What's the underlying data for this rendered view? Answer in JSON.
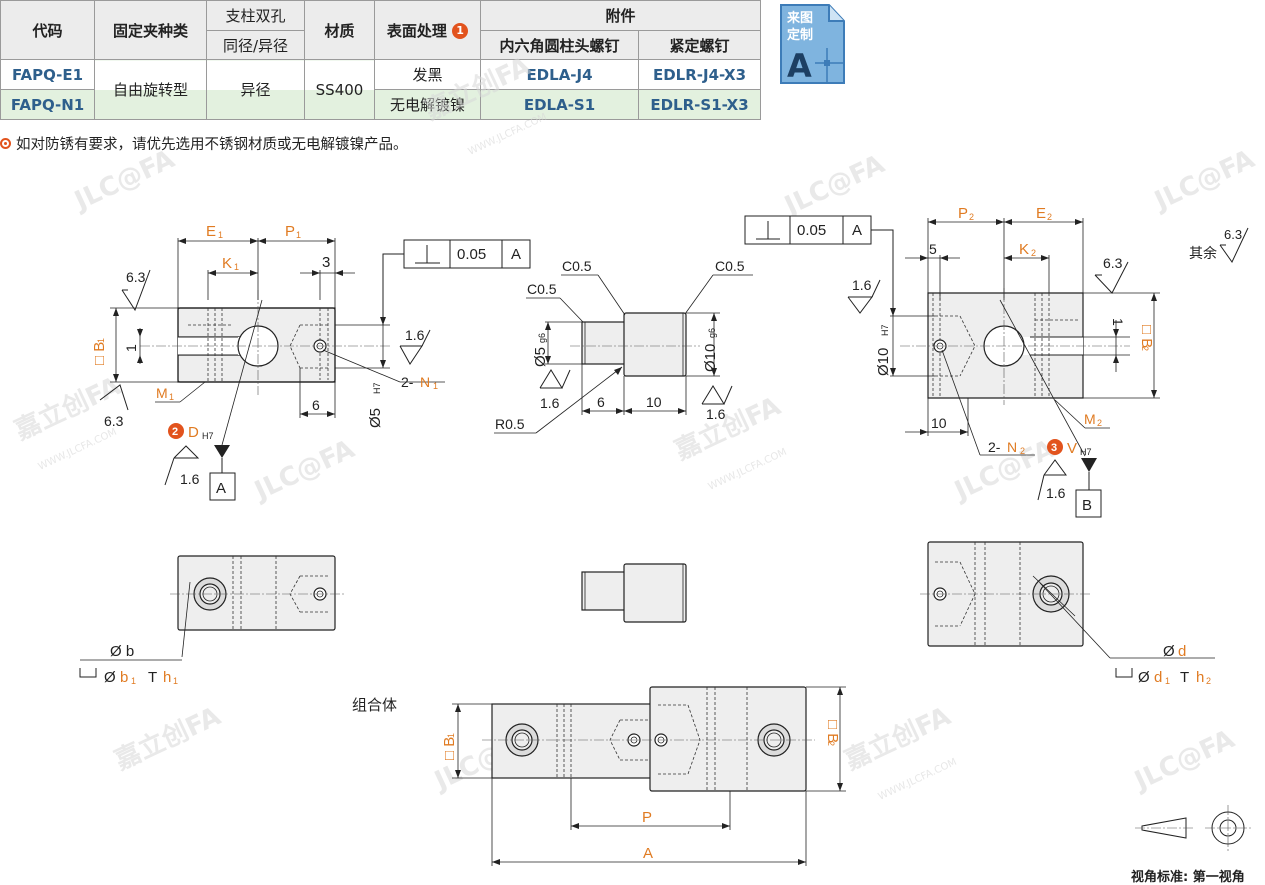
{
  "table": {
    "headers": {
      "code": "代码",
      "clamp_type": "固定夹种类",
      "bore_line1": "支柱双孔",
      "bore_line2": "同径/异径",
      "material": "材质",
      "surface": "表面处理",
      "surface_badge": "1",
      "accessories": "附件",
      "hex_screw": "内六角圆柱头螺钉",
      "set_screw": "紧定螺钉"
    },
    "rows": [
      {
        "code": "FAPQ-E1",
        "surface": "发黑",
        "hex_screw": "EDLA-J4",
        "set_screw": "EDLR-J4-X3"
      },
      {
        "code": "FAPQ-N1",
        "surface": "无电解镀镍",
        "hex_screw": "EDLA-S1",
        "set_screw": "EDLR-S1-X3"
      }
    ],
    "shared": {
      "clamp_type": "自由旋转型",
      "bore": "异径",
      "material": "SS400"
    }
  },
  "note": "如对防锈有要求，请优先选用不锈钢材质或无电解镀镍产品。",
  "custom_badge": {
    "line1": "来图",
    "line2": "定制",
    "letter": "A"
  },
  "colors": {
    "accent_blue": "#2e5f8c",
    "highlight_green": "#e3f1df",
    "orange": "#e07b22",
    "badge_red": "#e2531d"
  },
  "drawing": {
    "left_view": {
      "E1": "E",
      "E1_sub": "1",
      "P1": "P",
      "P1_sub": "1",
      "K1": "K",
      "K1_sub": "1",
      "dim_3": "3",
      "rough_63_top": "6.3",
      "rough_63_bot": "6.3",
      "B1": "□ B",
      "B1_sub": "1",
      "dim_1": "1",
      "M1": "M",
      "M1_sub": "1",
      "tol_symbol": "⊥",
      "tol_value": "0.05",
      "datum_a": "A",
      "rough_16": "1.6",
      "N1_prefix": "2-",
      "N1": "N",
      "N1_sub": "1",
      "dim_6": "6",
      "phi5": "Ø5",
      "phi5_tol": "H7",
      "badge2": "2",
      "D": "D",
      "D_tol": "H7",
      "rough_16b": "1.6",
      "datum_box": "A"
    },
    "middle_view": {
      "c05_left": "C0.5",
      "c05_top": "C0.5",
      "c05_right": "C0.5",
      "phi5": "Ø5",
      "phi5_tol": "g6",
      "phi10": "Ø10",
      "phi10_tol": "g6",
      "rough_16_left": "1.6",
      "dim_6": "6",
      "dim_10": "10",
      "rough_16_right": "1.6",
      "r05": "R0.5"
    },
    "right_view": {
      "tol_symbol": "⊥",
      "tol_value": "0.05",
      "datum_a": "A",
      "P2": "P",
      "P2_sub": "2",
      "E2": "E",
      "E2_sub": "2",
      "dim_5": "5",
      "K2": "K",
      "K2_sub": "2",
      "rough_63": "6.3",
      "rough_16": "1.6",
      "phi10": "Ø10",
      "phi10_tol": "H7",
      "dim_1": "1",
      "B2": "□ B",
      "B2_sub": "2",
      "M2": "M",
      "M2_sub": "2",
      "dim_10": "10",
      "N2_prefix": "2-",
      "N2": "N",
      "N2_sub": "2",
      "badge3": "3",
      "V": "V",
      "V_tol": "H7",
      "rough_16b": "1.6",
      "datum_box": "B"
    },
    "other_rough": {
      "label": "其余",
      "value": "6.3"
    },
    "bottom_left": {
      "phi_b": "Ø b",
      "cb_prefix": "⌴ Ø b",
      "cb_sub": "1",
      "depth": "↧h",
      "depth_sub": "1"
    },
    "bottom_right": {
      "phi_d": "Ø d",
      "cb_prefix": "⌴ Ø d",
      "cb_sub": "1",
      "depth": "↧h",
      "depth_sub": "2"
    },
    "assembly": {
      "label": "组合体",
      "B1": "□ B",
      "B1_sub": "1",
      "B2": "□ B",
      "B2_sub": "2",
      "P": "P",
      "A": "A"
    },
    "projection": "视角标准: 第一视角"
  },
  "watermark": {
    "brand": "嘉立创FA",
    "url": "WWW.JLCFA.COM",
    "logo": "JLC@FA"
  }
}
